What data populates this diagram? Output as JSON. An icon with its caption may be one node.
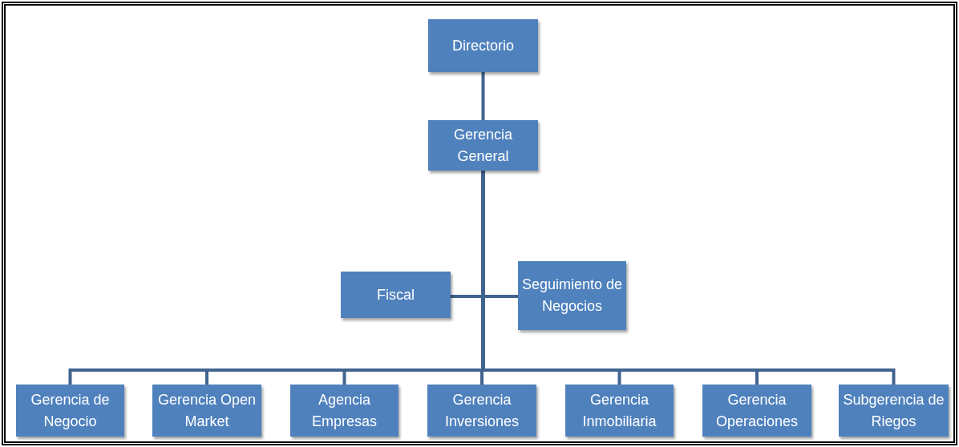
{
  "diagram": {
    "nodes": [
      {
        "text": [
          "Directorio"
        ]
      },
      {
        "text": [
          "Gerencia General"
        ]
      },
      {
        "text": [
          "Fiscal"
        ]
      },
      {
        "text": [
          "Seguimiento de Negocios"
        ]
      },
      {
        "text": [
          "Gerencia de Negocio"
        ]
      },
      {
        "text": [
          "Gerencia Open Market"
        ]
      },
      {
        "text": [
          "Agencia Empresas"
        ]
      },
      {
        "text": [
          "Gerencia Inversiones"
        ]
      },
      {
        "text": [
          "Gerencia Inmobiliaria"
        ]
      },
      {
        "text": [
          "Gerencia Operaciones"
        ]
      },
      {
        "text": [
          "Subgerencia de Riegos"
        ]
      }
    ],
    "edges": [
      {
        "from": 0,
        "to": 1,
        "arrow": "none"
      },
      {
        "from": 1,
        "to": 2,
        "arrow": "none"
      },
      {
        "from": 1,
        "to": 3,
        "arrow": "none"
      },
      {
        "from": 1,
        "to": 4,
        "arrow": "none"
      },
      {
        "from": 1,
        "to": 5,
        "arrow": "none"
      },
      {
        "from": 1,
        "to": 6,
        "arrow": "none"
      },
      {
        "from": 1,
        "to": 7,
        "arrow": "none"
      },
      {
        "from": 1,
        "to": 8,
        "arrow": "none"
      },
      {
        "from": 1,
        "to": 9,
        "arrow": "none"
      },
      {
        "from": 1,
        "to": 10,
        "arrow": "none"
      }
    ]
  }
}
